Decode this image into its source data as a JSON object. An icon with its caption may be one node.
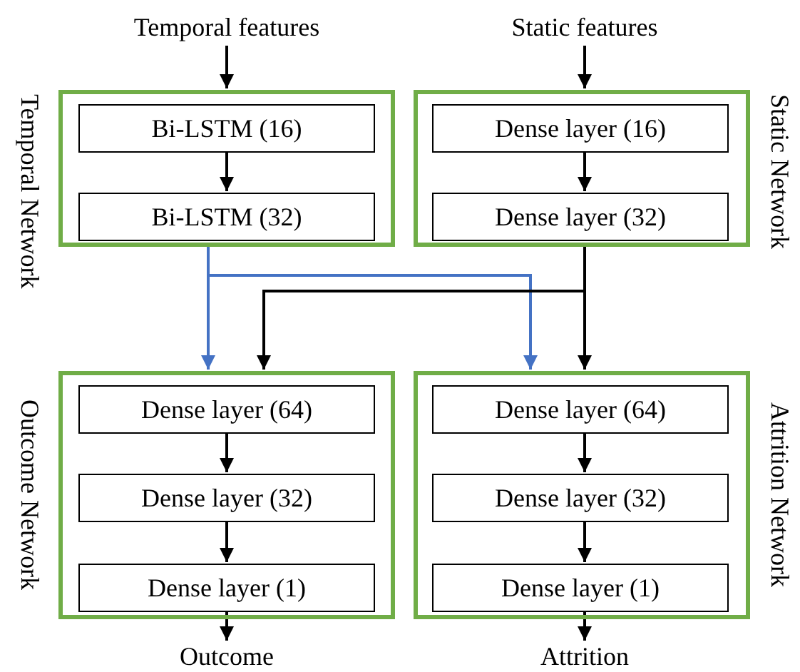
{
  "diagram": {
    "nodes": [
      {
        "text": [
          "Temporal features"
        ]
      },
      {
        "text": [
          "Static features"
        ]
      },
      {
        "text": [
          "Temporal Network"
        ]
      },
      {
        "text": [
          "Bi-LSTM (16)"
        ],
        "in": 2
      },
      {
        "text": [
          "Bi-LSTM (32)"
        ],
        "in": 2
      },
      {
        "text": [
          "Static Network"
        ]
      },
      {
        "text": [
          "Dense layer (16)"
        ],
        "in": 5
      },
      {
        "text": [
          "Dense layer (32)"
        ],
        "in": 5
      },
      {
        "text": [
          "Outcome Network"
        ]
      },
      {
        "text": [
          "Dense layer (64)"
        ],
        "in": 8
      },
      {
        "text": [
          "Dense layer (32)"
        ],
        "in": 8
      },
      {
        "text": [
          "Dense layer (1)"
        ],
        "in": 8
      },
      {
        "text": [
          "Attrition Network"
        ]
      },
      {
        "text": [
          "Dense layer (64)"
        ],
        "in": 12
      },
      {
        "text": [
          "Dense layer (32)"
        ],
        "in": 12
      },
      {
        "text": [
          "Dense layer (1)"
        ],
        "in": 12
      },
      {
        "text": [
          "Outcome"
        ]
      },
      {
        "text": [
          "Attrition"
        ]
      }
    ],
    "edges": [
      {
        "from": 0,
        "to": 2,
        "arrow": "to"
      },
      {
        "from": 3,
        "to": 4,
        "arrow": "to"
      },
      {
        "from": 1,
        "to": 5,
        "arrow": "to"
      },
      {
        "from": 6,
        "to": 7,
        "arrow": "to"
      },
      {
        "from": 2,
        "to": 8,
        "arrow": "to",
        "color": "#4472c4"
      },
      {
        "from": 2,
        "to": 12,
        "arrow": "to",
        "color": "#4472c4"
      },
      {
        "from": 5,
        "to": 8,
        "arrow": "to"
      },
      {
        "from": 5,
        "to": 12,
        "arrow": "to"
      },
      {
        "from": 9,
        "to": 10,
        "arrow": "to"
      },
      {
        "from": 10,
        "to": 11,
        "arrow": "to"
      },
      {
        "from": 11,
        "to": 16,
        "arrow": "to"
      },
      {
        "from": 13,
        "to": 14,
        "arrow": "to"
      },
      {
        "from": 14,
        "to": 15,
        "arrow": "to"
      },
      {
        "from": 15,
        "to": 17,
        "arrow": "to"
      }
    ]
  }
}
